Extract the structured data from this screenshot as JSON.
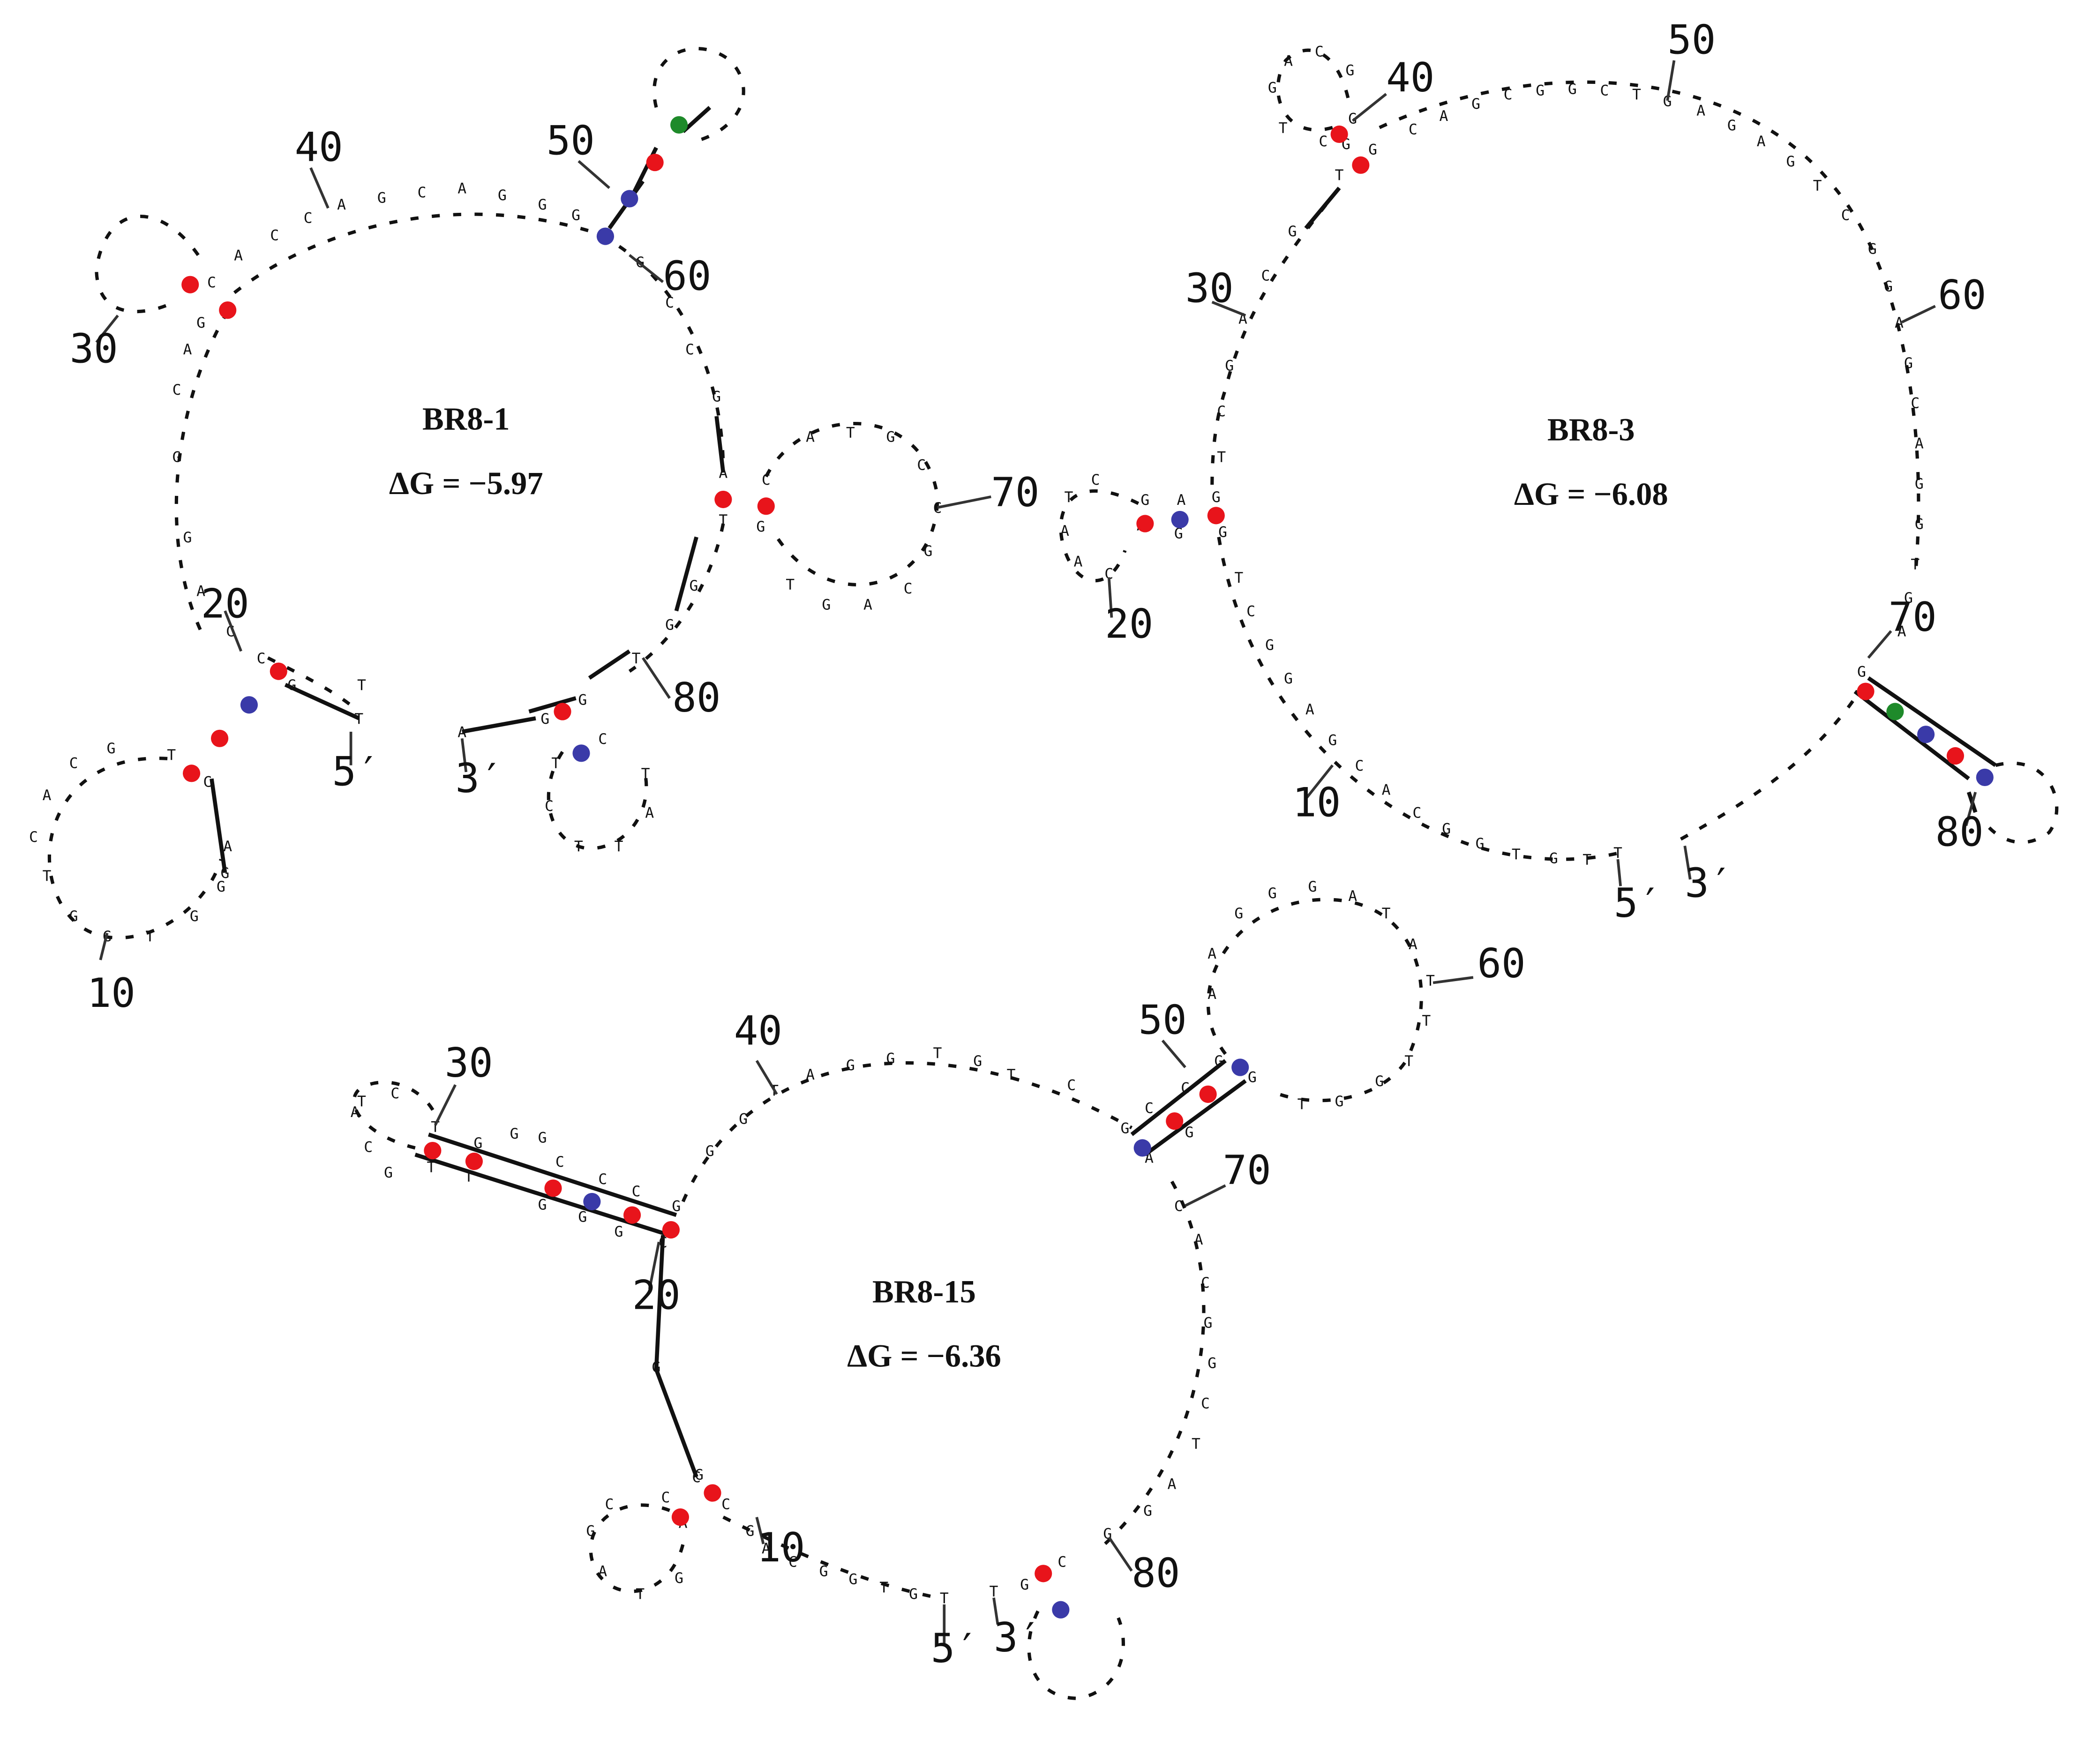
{
  "colors": {
    "background": "#ffffff",
    "GC": "#e8141b",
    "AT": "#3a3aa8",
    "GT": "#1e8a2a",
    "ink": "#111111"
  },
  "structures": [
    {
      "id": "BR8-1",
      "title": "BR8-1",
      "dg": "ΔG = −5.97",
      "sequence": "TTGCCAGGCAGCACCAGCAGGGTGCCGACATGCCGCAGTGTGGTGGTCTTATCAGGTGGTCACGTCAGCTGGTGCGACGCAACGCGCTGGAGTTATCGTTGGA",
      "labels": [
        "10",
        "20",
        "30",
        "40",
        "50",
        "60",
        "70",
        "80",
        "5′",
        "3′"
      ]
    },
    {
      "id": "BR8-3",
      "title": "BR8-3",
      "dg": "ΔG = −6.08",
      "sequence": "TTGTGGCACGAGGCTGAGCAATCAGGTCGACGTGCTGACGGGCAGCGGCTGAGAGTCGGAGCAGGTGAG",
      "labels": [
        "10",
        "20",
        "30",
        "40",
        "50",
        "60",
        "70",
        "80",
        "5′",
        "3′"
      ]
    },
    {
      "id": "BR8-15",
      "title": "BR8-15",
      "dg": "ΔG = −6.36",
      "sequence": "TGTGGCAGCGAGTAGCCCGCGGGTTGCATCTGGGCCCGGGTAGGTGTCGCCGAAGGGATATTTGGTGGACACGGCTAGGCGTCGGGTCGGACGA",
      "labels": [
        "10",
        "20",
        "30",
        "40",
        "50",
        "60",
        "70",
        "80",
        "5′",
        "3′"
      ]
    }
  ]
}
